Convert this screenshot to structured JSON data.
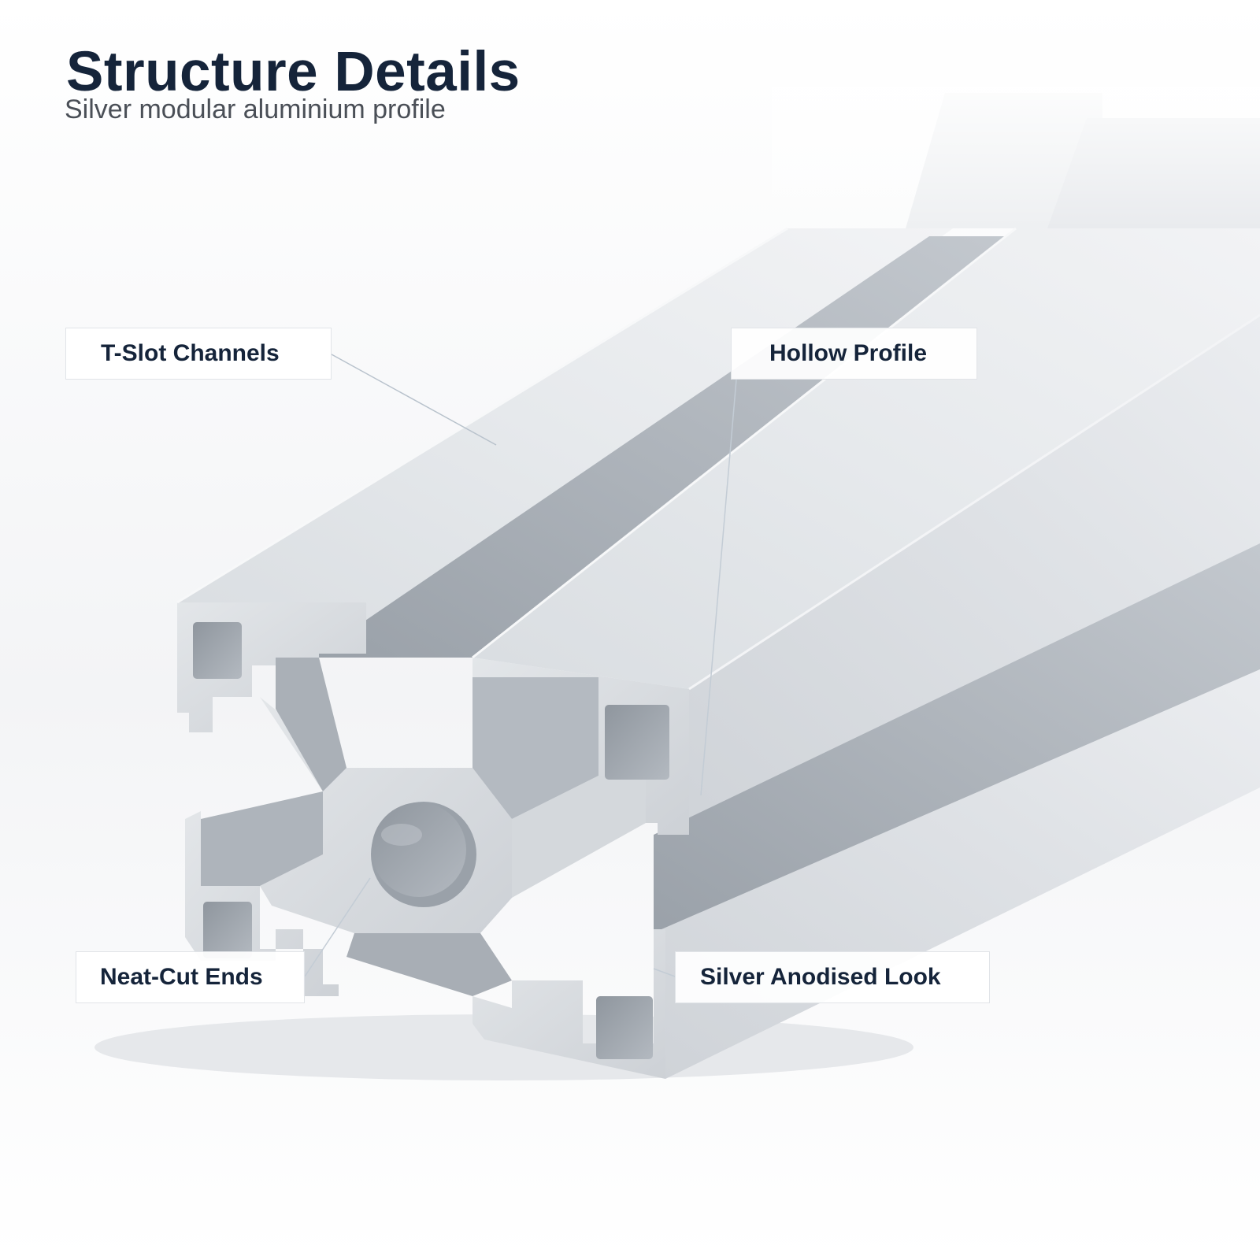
{
  "header": {
    "title": "Structure Details",
    "subtitle": "Silver modular aluminium profile"
  },
  "callouts": {
    "t_slot": "T-Slot Channels",
    "hollow": "Hollow Profile",
    "neat_cut": "Neat-Cut Ends",
    "silver": "Silver Anodised Look"
  },
  "colors": {
    "title_text": "#15243a",
    "subtitle_text": "#4a4f57",
    "aluminium_light": "#e2e5e9",
    "aluminium_mid": "#c5cad0",
    "aluminium_dark": "#9ea5ad",
    "background": "#ffffff"
  }
}
